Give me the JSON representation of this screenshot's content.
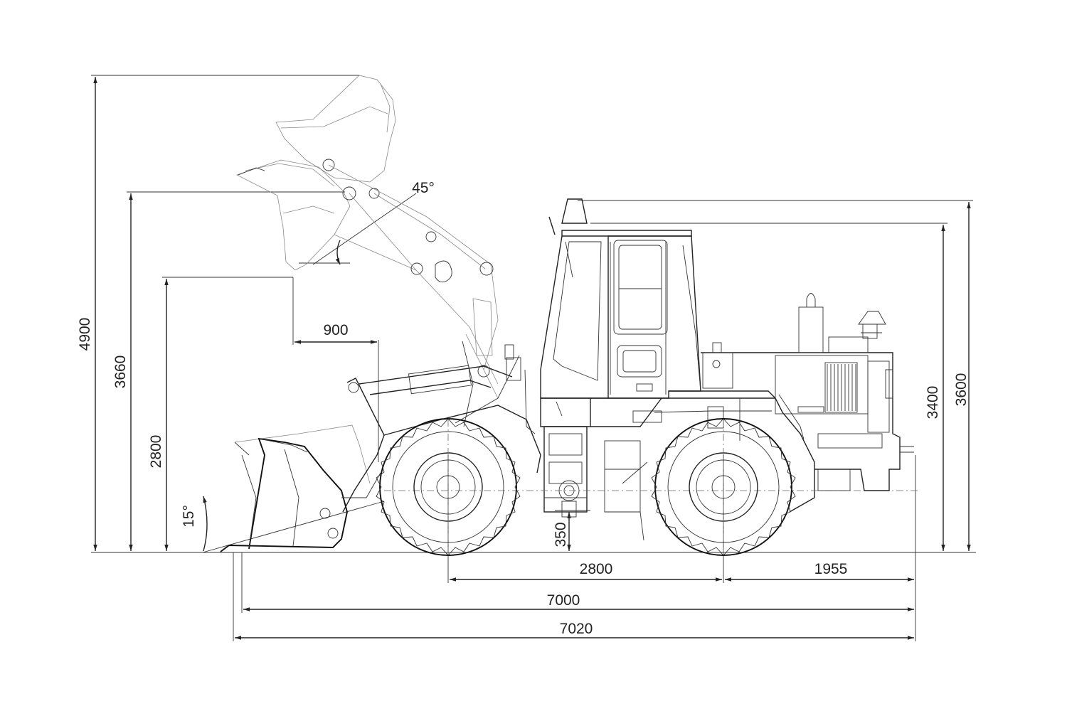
{
  "dimensions": {
    "max_height": "4900",
    "dump_height": "3660",
    "hinge_height": "2800",
    "ground_clearance": "350",
    "cab_height": "3400",
    "overall_height": "3600",
    "reach": "900",
    "wheelbase": "2800",
    "rear_overhang": "1955",
    "length_body": "7000",
    "length_overall": "7020",
    "dump_angle": "45°",
    "rollback_angle": "15°"
  },
  "colors": {
    "line": "#222222",
    "background": "#ffffff"
  }
}
